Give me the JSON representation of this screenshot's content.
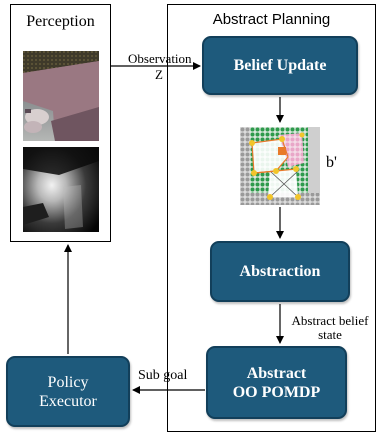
{
  "perception": {
    "title": "Perception"
  },
  "abstract_planning": {
    "title": "Abstract Planning"
  },
  "blocks": {
    "belief_update": "Belief Update",
    "abstraction": "Abstraction",
    "oo_pomdp_line1": "Abstract",
    "oo_pomdp_line2": "OO POMDP",
    "policy_executor_line1": "Policy",
    "policy_executor_line2": "Executor"
  },
  "edge_labels": {
    "observation": "Observation",
    "z": "Z",
    "b_prime": "b'",
    "abstract_belief_line1": "Abstract belief",
    "abstract_belief_line2": "state",
    "sub_goal": "Sub goal"
  },
  "colors": {
    "block_fill": "#1e5a7c",
    "block_border": "#123f5a",
    "grid_green": "#2e9a4c",
    "grid_pink": "#e9a6c8",
    "path_orange": "#e87a2a",
    "node_yellow": "#f2c52a"
  }
}
